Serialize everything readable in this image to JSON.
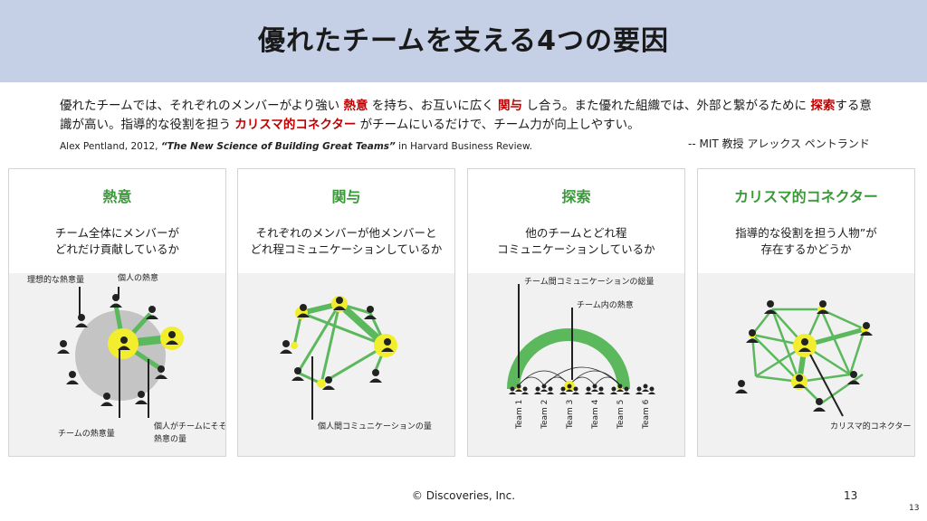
{
  "title": "優れたチームを支える4つの要因",
  "intro": {
    "p1": "優れたチームでは、それぞれのメンバーがより強い ",
    "h1": "熱意",
    "p2": " を持ち、お互いに広く ",
    "h2": "関与",
    "p3": " し合う。また優れた組織では、外部と繋がるために ",
    "h3": "探索",
    "p4": "する意識が高い。指導的な役割を担う ",
    "h4": "カリスマ的コネクター",
    "p5": " がチームにいるだけで、チーム力が向上しやすい。"
  },
  "attribution": "-- MIT 教授 アレックス ペントランド",
  "citation": {
    "author": "Alex Pentland, 2012, ",
    "work": "“The New Science of Building Great Teams”",
    "source": " in Harvard Business Review."
  },
  "cards": [
    {
      "title": "熱意",
      "desc": "チーム全体にメンバーが\nどれだけ貢献しているか",
      "labels": {
        "ideal": "理想的な熱意量",
        "individual": "個人の熱意",
        "team": "チームの熱意量",
        "contrib1": "個人がチームにそそぐ",
        "contrib2": "熱意の量"
      }
    },
    {
      "title": "関与",
      "desc": "それぞれのメンバーが他メンバーと\nどれ程コミュニケーションしているか",
      "labels": {
        "comm": "個人間コミュニケーションの量"
      }
    },
    {
      "title": "探索",
      "desc": "他のチームとどれ程\nコミュニケーションしているか",
      "labels": {
        "total": "チーム間コミュニケーションの総量",
        "inner": "チーム内の熱意"
      },
      "teams": [
        "Team 1",
        "Team 2",
        "Team 3",
        "Team 4",
        "Team 5",
        "Team 6"
      ]
    },
    {
      "title": "カリスマ的コネクター",
      "desc": "指導的な役割を担う人物”が\n存在するかどうか",
      "labels": {
        "connector": "カリスマ的コネクター"
      }
    }
  ],
  "footer": "© Discoveries, Inc.",
  "page_number": "13",
  "page_number_corner": "13",
  "colors": {
    "green": "#3a9a3a",
    "network_green": "#5cb85c",
    "yellow": "#f2ee2e",
    "header_bg": "#c5d0e6",
    "highlight_red": "#c00000",
    "gray_circle": "#c4c4c4"
  }
}
